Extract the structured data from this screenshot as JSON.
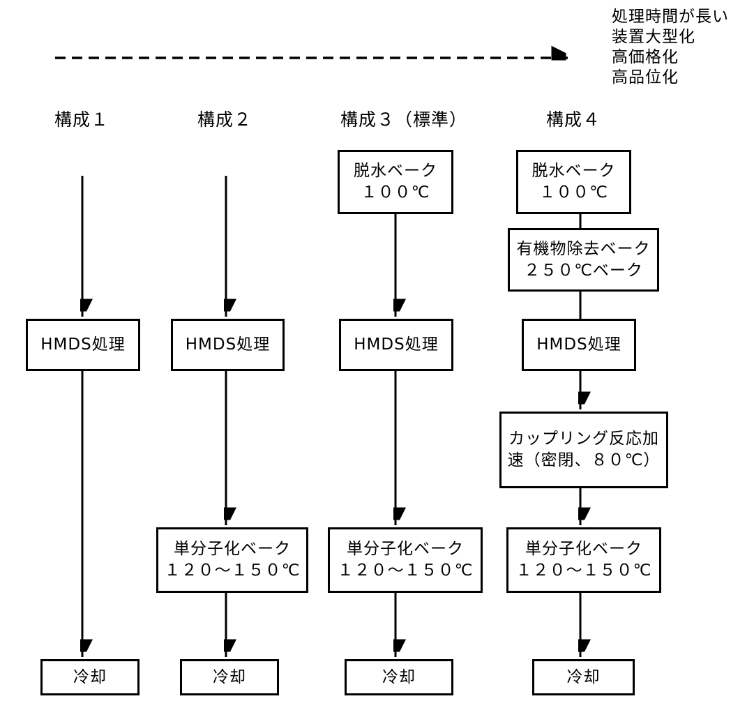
{
  "note": {
    "lines": [
      "処理時間が長い",
      "装置大型化",
      "高価格化",
      "高品位化"
    ]
  },
  "trend_arrow": {
    "style": "dashed",
    "direction": "right"
  },
  "columns": [
    {
      "header": "構成１",
      "steps": {
        "hmds": {
          "line1": "HMDS処理"
        },
        "cool": {
          "line1": "冷却"
        }
      }
    },
    {
      "header": "構成２",
      "steps": {
        "hmds": {
          "line1": "HMDS処理"
        },
        "monolayer_bake": {
          "line1": "単分子化ベーク",
          "line2": "１２０～１５０℃"
        },
        "cool": {
          "line1": "冷却"
        }
      }
    },
    {
      "header": "構成３（標準）",
      "steps": {
        "dehydration_bake": {
          "line1": "脱水ベーク",
          "line2": "１００℃"
        },
        "hmds": {
          "line1": "HMDS処理"
        },
        "monolayer_bake": {
          "line1": "単分子化ベーク",
          "line2": "１２０～１５０℃"
        },
        "cool": {
          "line1": "冷却"
        }
      }
    },
    {
      "header": "構成４",
      "steps": {
        "dehydration_bake": {
          "line1": "脱水ベーク",
          "line2": "１００℃"
        },
        "organic_removal_bake": {
          "line1": "有機物除去ベーク",
          "line2": "２５０℃ベーク"
        },
        "hmds": {
          "line1": "HMDS処理"
        },
        "coupling": {
          "line1": "カップリング反応加",
          "line2": "速（密閉、８０℃）"
        },
        "monolayer_bake": {
          "line1": "単分子化ベーク",
          "line2": "１２０～１５０℃"
        },
        "cool": {
          "line1": "冷却"
        }
      }
    }
  ],
  "colors": {
    "line": "#000000",
    "box_border": "#000000",
    "background": "#ffffff",
    "text": "#000000"
  }
}
